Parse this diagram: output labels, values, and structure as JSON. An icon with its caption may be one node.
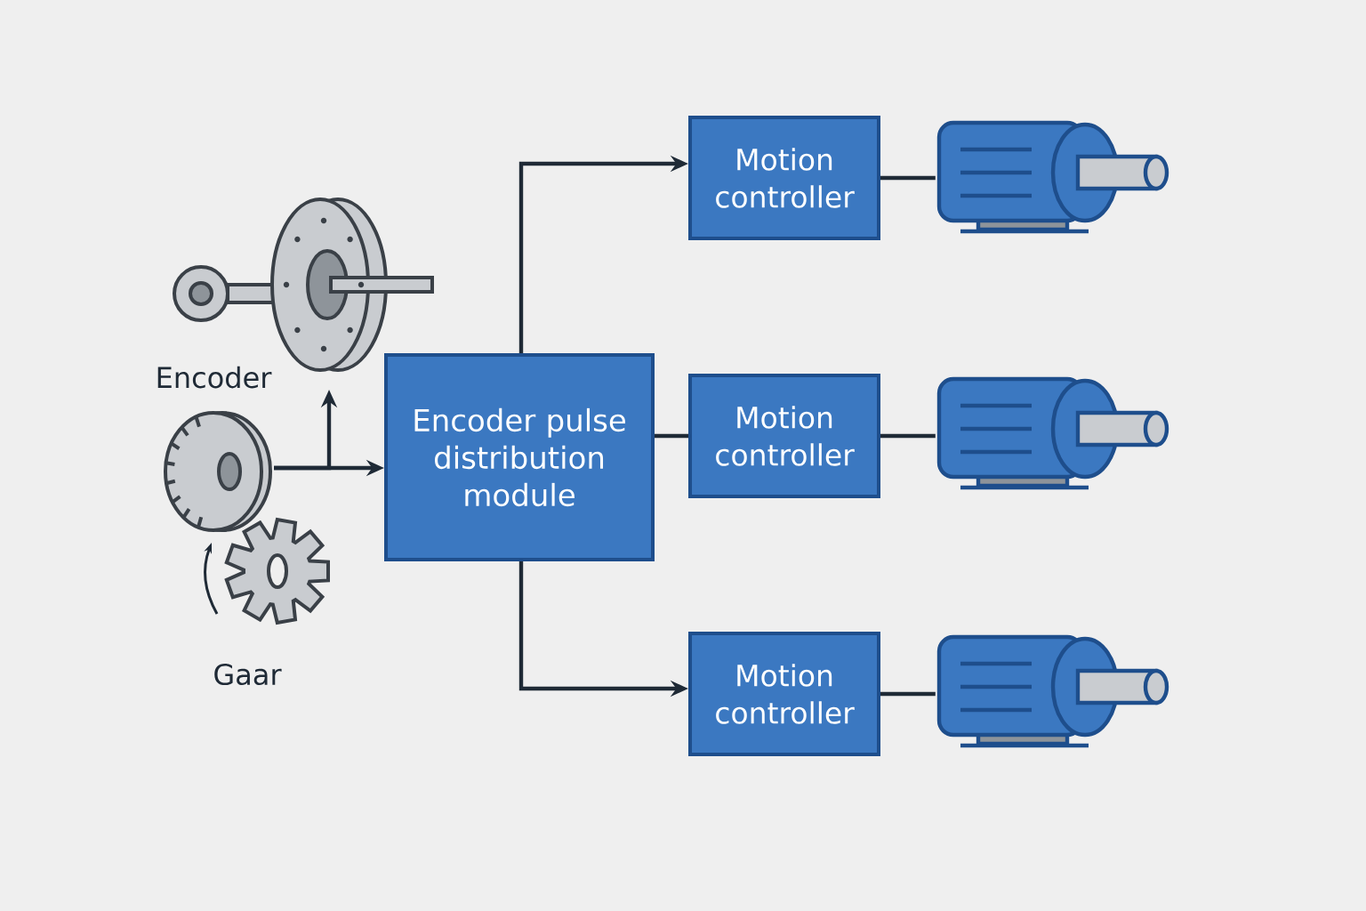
{
  "diagram": {
    "nodes": [
      {
        "text": [
          "Encoder"
        ]
      },
      {
        "text": [
          "Gaar"
        ]
      },
      {
        "text": [
          "Encoder pulse distribution module"
        ]
      },
      {
        "text": [
          "Motion controller"
        ]
      },
      {
        "text": [
          "Motion controller"
        ]
      },
      {
        "text": [
          "Motion controller"
        ]
      },
      {
        "text": [],
        "shape": "picture"
      },
      {
        "text": [],
        "shape": "picture"
      },
      {
        "text": [],
        "shape": "picture"
      }
    ],
    "edges": [
      {
        "from": 1,
        "to": 0,
        "arrow": "to"
      },
      {
        "from": 1,
        "to": 2,
        "arrow": "to"
      },
      {
        "from": 2,
        "to": 3,
        "arrow": "to"
      },
      {
        "from": 2,
        "to": 4,
        "arrow": "none"
      },
      {
        "from": 2,
        "to": 5,
        "arrow": "to"
      },
      {
        "from": 3,
        "to": 6,
        "arrow": "none"
      },
      {
        "from": 4,
        "to": 7,
        "arrow": "none"
      },
      {
        "from": 5,
        "to": 8,
        "arrow": "none"
      }
    ]
  }
}
